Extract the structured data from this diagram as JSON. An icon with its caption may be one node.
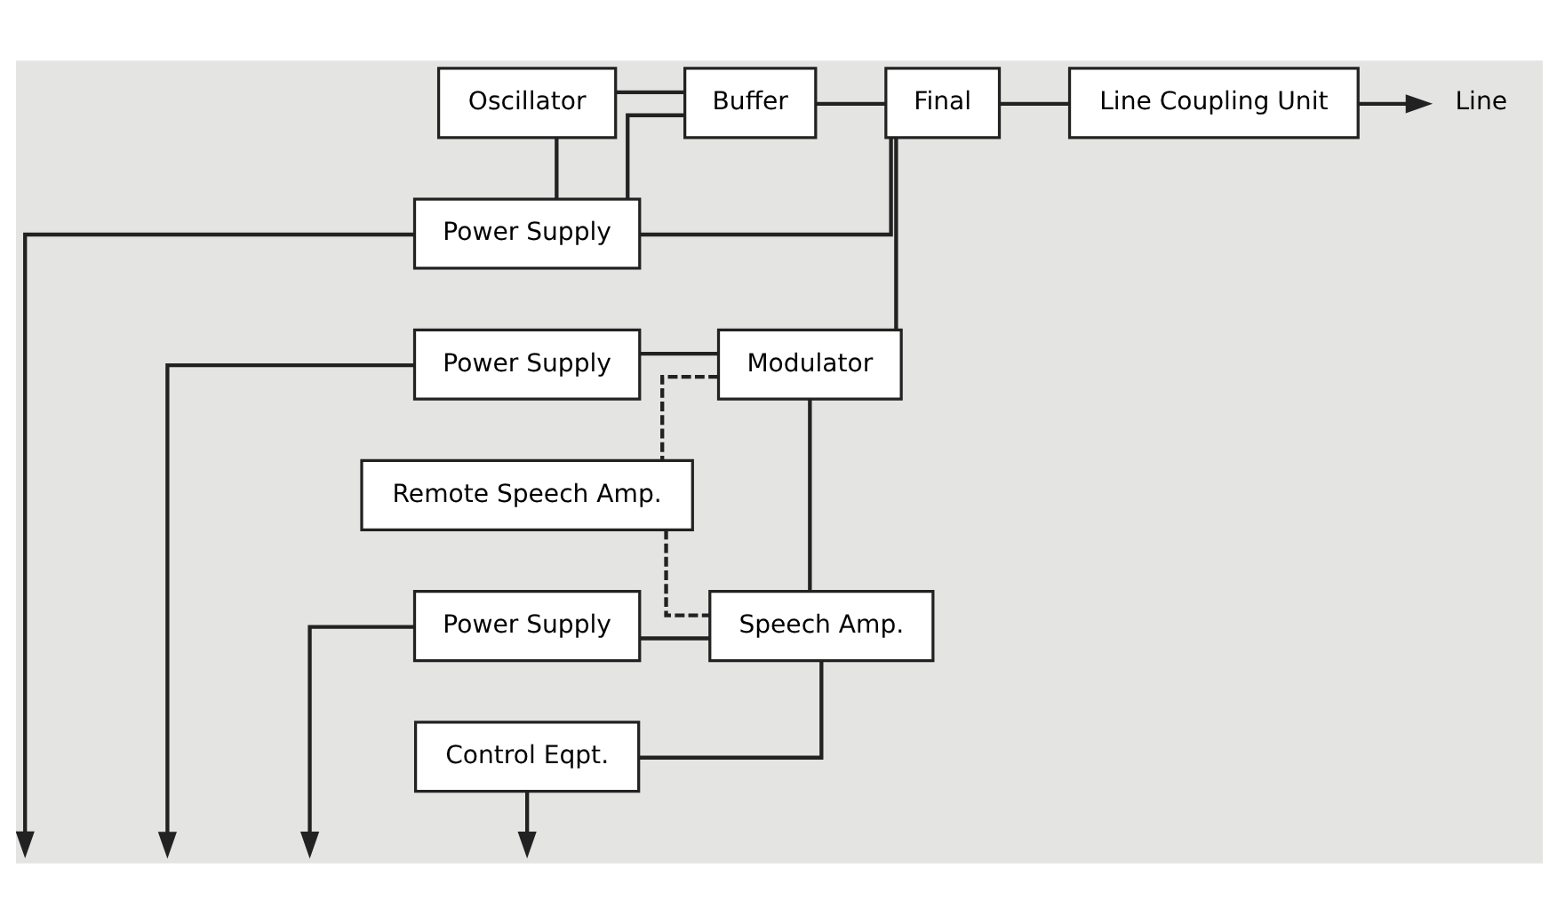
{
  "diagram": {
    "nodes": [
      {
        "text": [
          "Oscillator"
        ]
      },
      {
        "text": [
          "Buffer"
        ]
      },
      {
        "text": [
          "Final"
        ]
      },
      {
        "text": [
          "Line Coupling Unit"
        ]
      },
      {
        "text": [
          "Line"
        ]
      },
      {
        "text": [
          "Power Supply"
        ]
      },
      {
        "text": [
          "Power Supply"
        ]
      },
      {
        "text": [
          "Modulator"
        ]
      },
      {
        "text": [
          "Remote Speech Amp."
        ]
      },
      {
        "text": [
          "Power Supply"
        ]
      },
      {
        "text": [
          "Speech Amp."
        ]
      },
      {
        "text": [
          "Control Eqpt."
        ]
      }
    ],
    "edges": [
      {
        "from": 0,
        "to": 1,
        "arrow": "none"
      },
      {
        "from": 1,
        "to": 2,
        "arrow": "none"
      },
      {
        "from": 2,
        "to": 3,
        "arrow": "none"
      },
      {
        "from": 3,
        "to": 4,
        "arrow": "to"
      },
      {
        "from": 0,
        "to": 5,
        "arrow": "none"
      },
      {
        "from": 5,
        "to": 1,
        "arrow": "none"
      },
      {
        "from": 5,
        "to": 2,
        "arrow": "none"
      },
      {
        "from": 2,
        "to": 7,
        "arrow": "none"
      },
      {
        "from": 6,
        "to": 7,
        "arrow": "none"
      },
      {
        "from": 7,
        "to": 10,
        "arrow": "none"
      },
      {
        "from": 9,
        "to": 10,
        "arrow": "none"
      },
      {
        "from": 11,
        "to": 10,
        "arrow": "none"
      },
      {
        "from": 7,
        "to": 8,
        "arrow": "none",
        "style": "dashed"
      },
      {
        "from": 8,
        "to": 10,
        "arrow": "none",
        "style": "dashed"
      },
      {
        "from": 5,
        "to": null,
        "arrow": "to"
      },
      {
        "from": 6,
        "to": null,
        "arrow": "to"
      },
      {
        "from": 9,
        "to": null,
        "arrow": "to"
      },
      {
        "from": 11,
        "to": null,
        "arrow": "to"
      }
    ]
  }
}
